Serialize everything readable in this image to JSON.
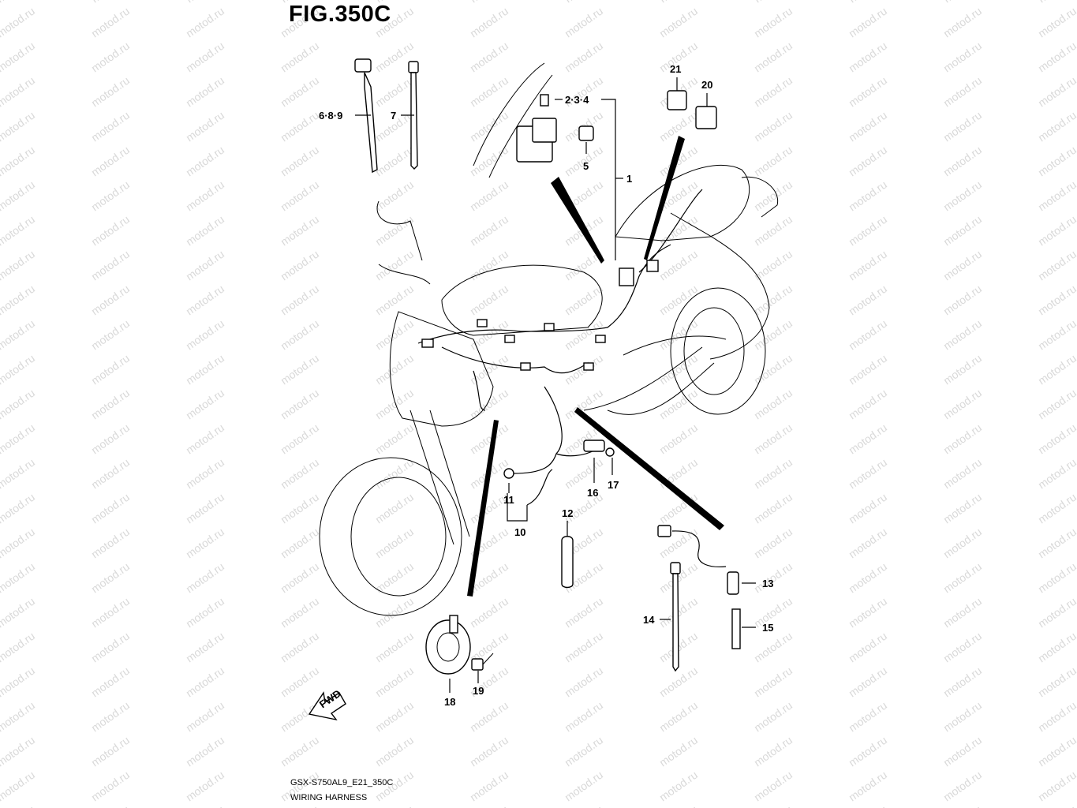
{
  "figure": {
    "title": "FIG.350C",
    "model_code": "GSX-S750AL9_E21_350C",
    "section_name": "WIRING HARNESS",
    "watermark": "motod.ru"
  },
  "callouts": {
    "c1": "1",
    "c234": "2·3·4",
    "c5": "5",
    "c689": "6·8·9",
    "c7": "7",
    "c10": "10",
    "c11": "11",
    "c12": "12",
    "c13": "13",
    "c14": "14",
    "c15": "15",
    "c16": "16",
    "c17": "17",
    "c18": "18",
    "c19": "19",
    "c20": "20",
    "c21": "21"
  },
  "fwd_label": "FWD"
}
